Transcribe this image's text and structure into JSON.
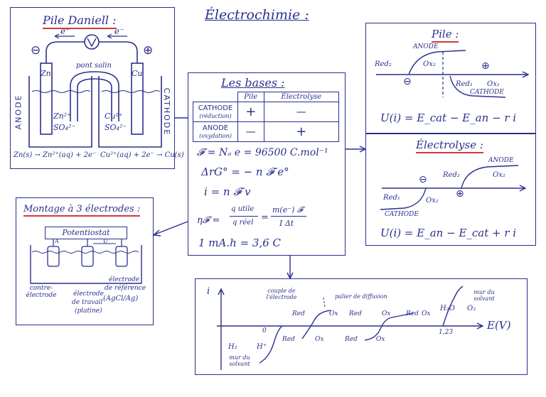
{
  "title": "Électrochimie :",
  "daniell": {
    "title": "Pile Daniell :",
    "electron_left": "e⁻",
    "electron_right": "e⁻",
    "minus": "⊖",
    "plus": "⊕",
    "bridge": "pont salin",
    "anode_electrode": "Zn",
    "cathode_electrode": "Cu",
    "anode_side": "ANODE",
    "cathode_side": "CATHODE",
    "left_ion1": "Zn²⁺",
    "left_ion2": "SO₄²⁻",
    "right_ion1": "Cu²⁺",
    "right_ion2": "SO₄²⁻",
    "left_reaction": "Zn(s) → Zn²⁺(aq) + 2e⁻",
    "right_reaction": "Cu²⁺(aq) + 2e⁻ → Cu(s)"
  },
  "bases": {
    "title": "Les bases :",
    "col_pile": "Pile",
    "col_electrolyse": "Électrolyse",
    "row1_label": "CATHODE",
    "row1_sub": "(réduction)",
    "row1_pile": "+",
    "row1_electrolyse": "—",
    "row2_label": "ANODE",
    "row2_sub": "(oxydation)",
    "row2_pile": "—",
    "row2_electrolyse": "+",
    "eq1": "𝓕 = Nₐ e = 96500 C.mol⁻¹",
    "eq2": "ΔrG° = − n 𝓕 e°",
    "eq3": "i = n 𝓕 v",
    "eq4_lhs": "η𝓕 =",
    "eq4_num1": "q utile",
    "eq4_den1": "q réel",
    "eq4_num2": "m(e⁻) 𝓕",
    "eq4_den2": "I Δt",
    "eq5": "1 mA.h = 3,6 C"
  },
  "pile": {
    "title": "Pile :",
    "anode": "ANODE",
    "cathode": "CATHODE",
    "red2": "Red₂",
    "ox2": "Ox₂",
    "red1": "Red₁",
    "ox1": "Ox₁",
    "minus": "⊖",
    "plus": "⊕",
    "formula": "U(i) = E_cat − E_an − r i"
  },
  "electrolyse": {
    "title": "Électrolyse :",
    "anode": "ANODE",
    "cathode": "CATHODE",
    "red2": "Red₂",
    "ox2": "Ox₂",
    "red1": "Red₁",
    "ox1": "Ox₁",
    "minus": "⊖",
    "plus": "⊕",
    "formula": "U(i) = E_an − E_cat + r i"
  },
  "montage": {
    "title": "Montage à 3 électrodes :",
    "potentiostat": "Potentiostat",
    "label_A": "A",
    "label_U": "U",
    "contre": "contre-électrode",
    "travail_1": "électrode",
    "travail_2": "de travail",
    "travail_3": "(platine)",
    "ref_1": "électrode",
    "ref_2": "de référence",
    "ref_3": "(AgCl/Ag)"
  },
  "curve": {
    "i_axis": "i",
    "e_axis": "E(V)",
    "couple": "couple de l'électrode",
    "palier": "palier de diffusion",
    "mur_top": "mur du solvant",
    "mur_bottom": "mur du solvant",
    "h2o": "H₂O",
    "o2": "O₂",
    "h2": "H₂",
    "hplus": "H⁺",
    "zero": "0",
    "v123": "1,23",
    "red": "Red",
    "ox": "Ox"
  }
}
